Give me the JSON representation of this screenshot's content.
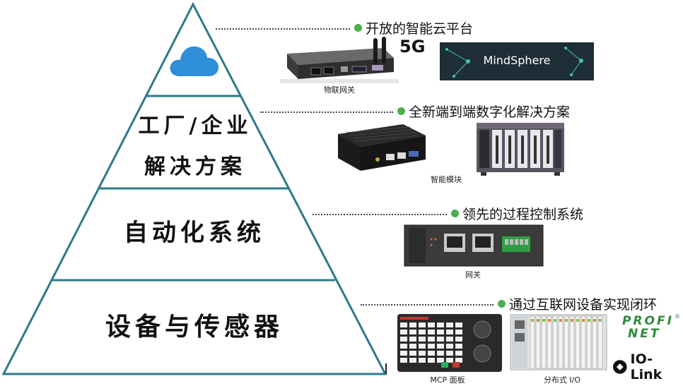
{
  "colors": {
    "pyramid_stroke": "#2b7a8c",
    "bullet_green": "#4cae4c",
    "cloud_blue": "#2f8fd8",
    "mindsphere_bg": "#1e2e36",
    "mindsphere_accent": "#43c5b5"
  },
  "pyramid": {
    "tiers": [
      {
        "lines": [],
        "icon": "cloud-icon"
      },
      {
        "lines": [
          "工厂/企业",
          "解决方案"
        ]
      },
      {
        "lines": [
          "自动化系统"
        ]
      },
      {
        "lines": [
          "设备与传感器"
        ]
      }
    ]
  },
  "bullets": [
    {
      "text": "开放的智能云平台"
    },
    {
      "text": "全新端到端数字化解决方案"
    },
    {
      "text": "领先的过程控制系统"
    },
    {
      "text": "通过互联网设备实现闭环"
    }
  ],
  "devices": {
    "iot_gateway_caption": "物联网关",
    "fiveg_label": "5G",
    "mindsphere_label": "MindSphere",
    "smart_module_caption": "智能模块",
    "gateway_caption": "网关",
    "mcp_caption": "MCP 面板",
    "io_caption": "分布式 I/O",
    "profinet_top": "PROFI",
    "profinet_bottom": "NET",
    "iolink_label": "IO-Link"
  }
}
